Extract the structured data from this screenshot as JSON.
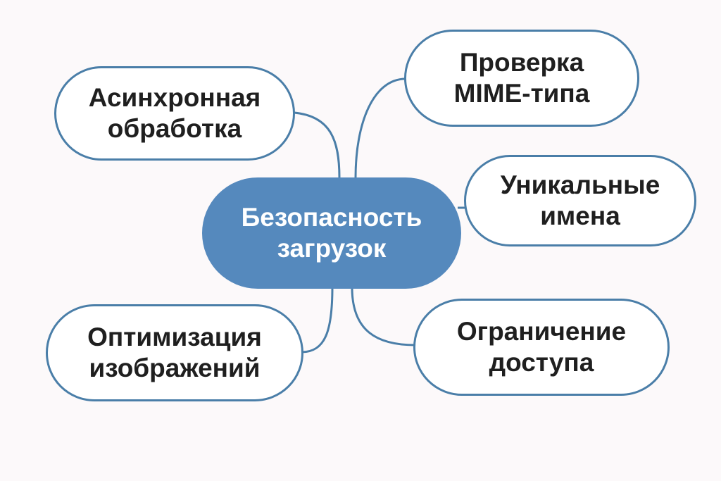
{
  "diagram": {
    "center": {
      "line1": "Безопасность",
      "line2": "загрузок"
    },
    "nodes": [
      {
        "id": "async",
        "line1": "Асинхронная",
        "line2": "обработка"
      },
      {
        "id": "mime",
        "line1": "Проверка",
        "line2": "MIME-типа"
      },
      {
        "id": "unique",
        "line1": "Уникальные",
        "line2": "имена"
      },
      {
        "id": "access",
        "line1": "Ограничение",
        "line2": "доступа"
      },
      {
        "id": "images",
        "line1": "Оптимизация",
        "line2": "изображений"
      }
    ],
    "colors": {
      "center_fill": "#5589bd",
      "branch_border": "#4a7ea8",
      "connector": "#4a7ea8",
      "branch_text": "#1f1f1f",
      "center_text": "#ffffff",
      "background": "#fcf9fa"
    }
  }
}
